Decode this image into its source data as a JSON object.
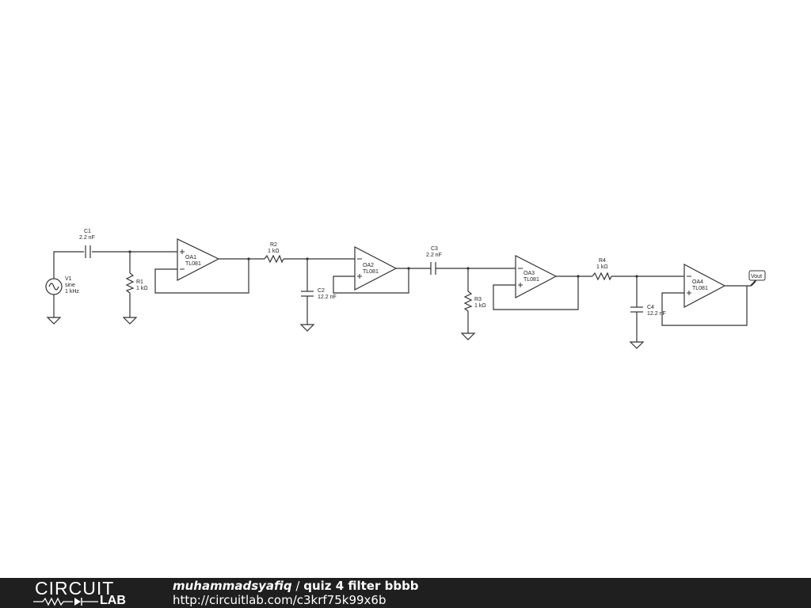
{
  "components": {
    "V1": {
      "name": "V1",
      "type": "sine",
      "value": "1 kHz"
    },
    "C1": {
      "name": "C1",
      "value": "2.2 nF"
    },
    "R1": {
      "name": "R1",
      "value": "1 kΩ"
    },
    "OA1": {
      "name": "OA1",
      "model": "TL081"
    },
    "R2": {
      "name": "R2",
      "value": "1 kΩ"
    },
    "C2": {
      "name": "C2",
      "value": "12.2 nF"
    },
    "OA2": {
      "name": "OA2",
      "model": "TL081"
    },
    "C3": {
      "name": "C3",
      "value": "2.2 nF"
    },
    "R3": {
      "name": "R3",
      "value": "1 kΩ"
    },
    "OA3": {
      "name": "OA3",
      "model": "TL081"
    },
    "R4": {
      "name": "R4",
      "value": "1 kΩ"
    },
    "C4": {
      "name": "C4",
      "value": "12.2 nF"
    },
    "OA4": {
      "name": "OA4",
      "model": "TL081"
    },
    "Vout": {
      "label": "Vout"
    }
  },
  "footer": {
    "logo_top": "CIRCUIT",
    "logo_bottom": "LAB",
    "author": "muhammadsyafiq",
    "separator": " / ",
    "title": "quiz 4 filter bbbb",
    "url": "http://circuitlab.com/c3krf75k99x6b"
  },
  "colors": {
    "footer_bg": "#1f1f1f",
    "wire": "#333333"
  }
}
